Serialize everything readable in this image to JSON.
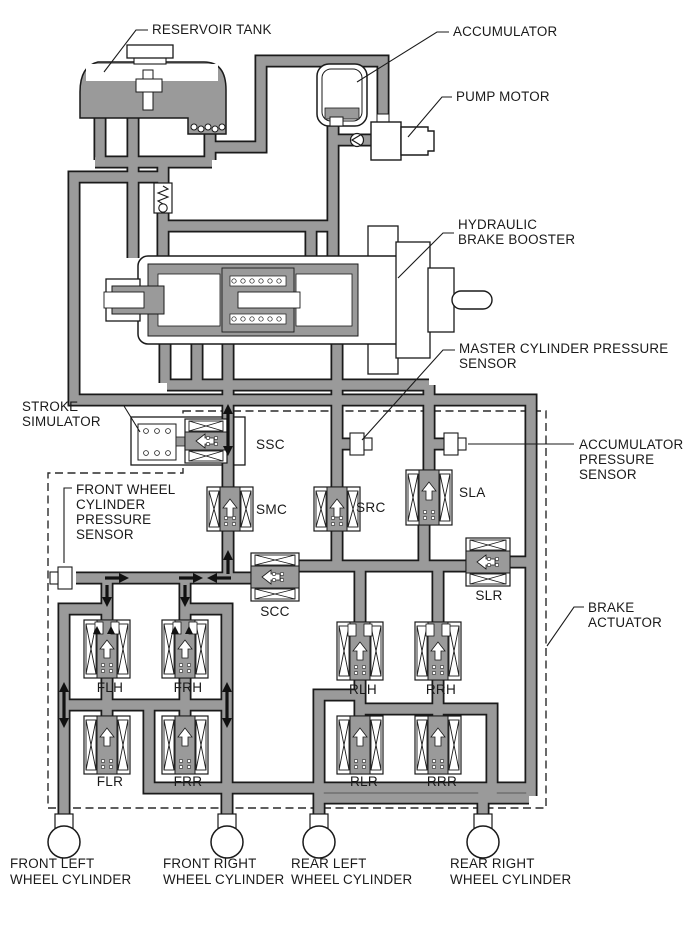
{
  "labels": {
    "reservoir_tank": "RESERVOIR TANK",
    "accumulator": "ACCUMULATOR",
    "pump_motor": "PUMP MOTOR",
    "booster_1": "HYDRAULIC",
    "booster_2": "BRAKE BOOSTER",
    "mc_sensor_1": "MASTER CYLINDER PRESSURE",
    "mc_sensor_2": "SENSOR",
    "acc_sensor_1": "ACCUMULATOR",
    "acc_sensor_2": "PRESSURE",
    "acc_sensor_3": "SENSOR",
    "stroke_sim_1": "STROKE",
    "stroke_sim_2": "SIMULATOR",
    "fw_sensor_1": "FRONT WHEEL",
    "fw_sensor_2": "CYLINDER",
    "fw_sensor_3": "PRESSURE",
    "fw_sensor_4": "SENSOR",
    "brake_actuator_1": "BRAKE",
    "brake_actuator_2": "ACTUATOR"
  },
  "valves": {
    "ssc": "SSC",
    "smc": "SMC",
    "src": "SRC",
    "sla": "SLA",
    "scc": "SCC",
    "slr": "SLR",
    "flh": "FLH",
    "frh": "FRH",
    "rlh": "RLH",
    "rrh": "RRH",
    "flr": "FLR",
    "frr": "FRR",
    "rlr": "RLR",
    "rrr": "RRR"
  },
  "wheel_cylinders": {
    "fl_1": "FRONT LEFT",
    "fl_2": "WHEEL CYLINDER",
    "fr_1": "FRONT RIGHT",
    "fr_2": "WHEEL CYLINDER",
    "rl_1": "REAR LEFT",
    "rl_2": "WHEEL CYLINDER",
    "rr_1": "REAR RIGHT",
    "rr_2": "WHEEL CYLINDER"
  },
  "colors": {
    "pipe_fill": "#9a9a9a",
    "outline": "#1a1a1a",
    "dashed_border": "#2a2a2a",
    "background": "#ffffff"
  }
}
